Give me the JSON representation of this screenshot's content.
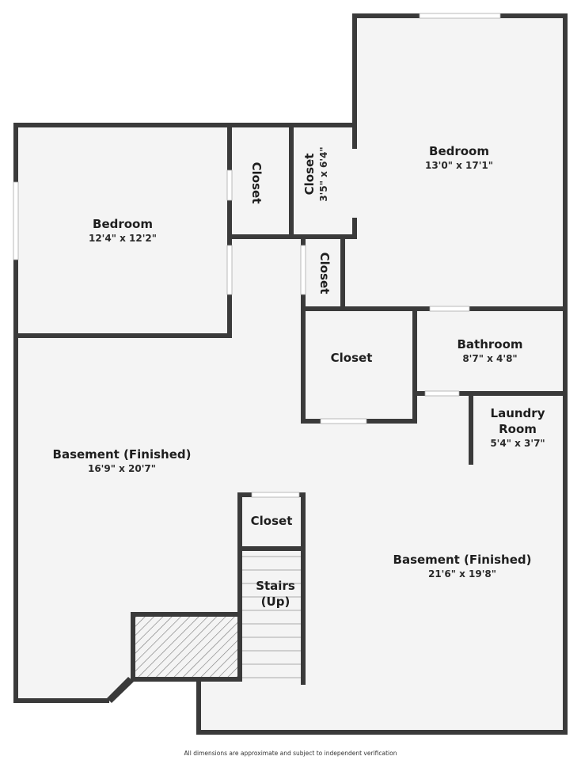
{
  "rooms": {
    "bedroom_left": {
      "name": "Bedroom",
      "dim": "12'4\" x 12'2\""
    },
    "bedroom_right": {
      "name": "Bedroom",
      "dim": "13'0\" x 17'1\""
    },
    "closet_a": {
      "name": "Closet"
    },
    "closet_b": {
      "name": "Closet",
      "dim": "3'5\" x 6'4\""
    },
    "closet_c": {
      "name": "Closet"
    },
    "closet_d": {
      "name": "Closet"
    },
    "bathroom": {
      "name": "Bathroom",
      "dim": "8'7\" x 4'8\""
    },
    "laundry": {
      "name": "Laundry",
      "name2": "Room",
      "dim": "5'4\" x 3'7\""
    },
    "basement_left": {
      "name": "Basement (Finished)",
      "dim": "16'9\" x 20'7\""
    },
    "basement_right": {
      "name": "Basement (Finished)",
      "dim": "21'6\" x 19'8\""
    },
    "closet_e": {
      "name": "Closet"
    },
    "stairs": {
      "name": "Stairs",
      "name2": "(Up)"
    }
  },
  "footer": "All dimensions are approximate and subject to independent verification",
  "colors": {
    "wall": "#3a3a3a",
    "floor": "#f4f4f4",
    "window": "#ffffff"
  }
}
